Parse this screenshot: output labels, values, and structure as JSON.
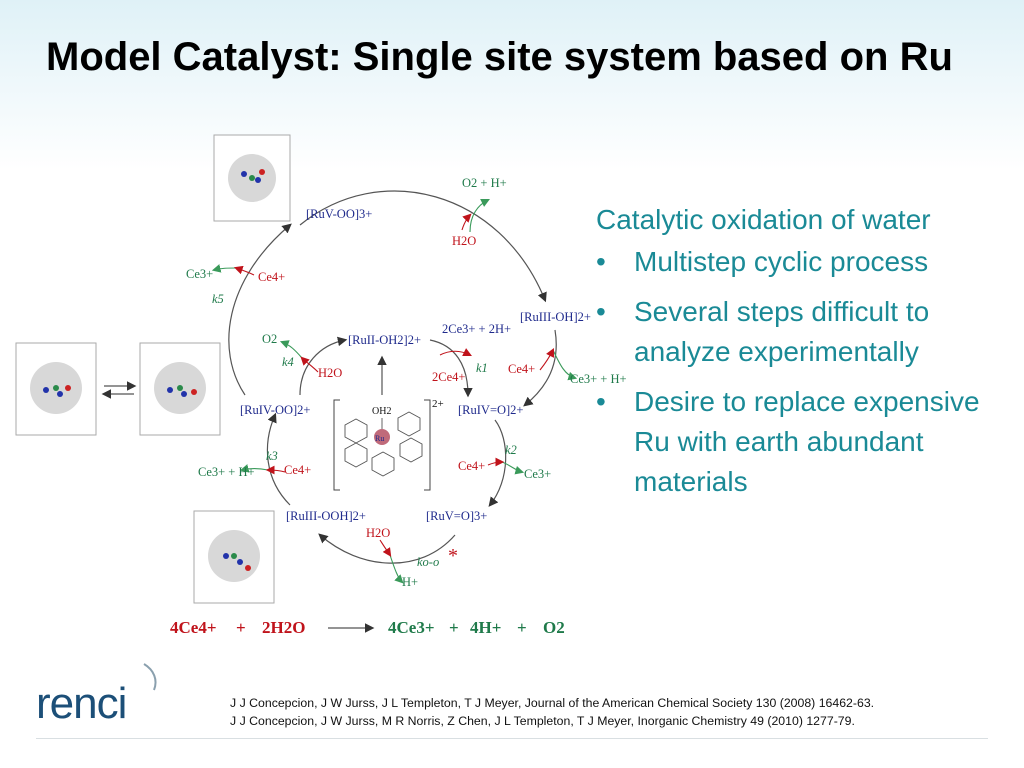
{
  "title": "Model Catalyst: Single site system based on Ru",
  "bullets": {
    "lead": "Catalytic oxidation of water",
    "items": [
      "Multistep cyclic process",
      "Several steps difficult to analyze experimentally",
      "Desire to replace expensive Ru with earth abundant materials"
    ]
  },
  "diagram": {
    "species": {
      "ru5_oo": "[RuV-OO]3+",
      "ru3_oh": "[RuIII-OH]2+",
      "ru4_o": "[RuIV=O]2+",
      "ru5_o": "[RuV=O]3+",
      "ru3_ooh": "[RuIII-OOH]2+",
      "ru4_oo": "[RuIV-OO]2+",
      "ru2_oh2": "[RuII-OH2]2+"
    },
    "reagents": {
      "o2_h": "O2 + H+",
      "h2o_top": "H2O",
      "ce3_2h": "2Ce3+ + 2H+",
      "ce4_2": "2Ce4+",
      "ce3_h_right": "Ce3+ + H+",
      "ce4_right": "Ce4+",
      "ce4_k2": "Ce4+",
      "ce3_k2": "Ce3+",
      "h2o_oo": "H2O",
      "h_bottom": "H+",
      "ce3_h_left": "Ce3+ + H+",
      "ce4_k3": "Ce4+",
      "o2_k4": "O2",
      "h2o_k4": "H2O",
      "ce3_k5": "Ce3+",
      "ce4_k5": "Ce4+",
      "charge": "2+",
      "oh2": "OH2",
      "ru": "Ru"
    },
    "rate_constants": [
      "k1",
      "k2",
      "k3",
      "k4",
      "k5",
      "ko-o"
    ],
    "star": "*",
    "equation": {
      "lhs1": "4Ce4+",
      "plus1": "+",
      "lhs2": "2H2O",
      "rhs1": "4Ce3+",
      "plus2": "+",
      "rhs2": "4H+",
      "plus3": "+",
      "rhs3": "O2"
    }
  },
  "logo": {
    "text": "renci"
  },
  "references": [
    "J J Concepcion, J W Jurss, J L Templeton, T J Meyer, Journal of the American Chemical Society 130 (2008) 16462-63.",
    "J J Concepcion, J W Jurss, M R Norris, Z Chen, J L Templeton, T J Meyer, Inorganic Chemistry 49 (2010) 1277-79."
  ],
  "colors": {
    "accent_teal": "#1a8a96",
    "reaction_red": "#c0131b",
    "species_blue": "#1f2a8c",
    "arrow_green": "#3a9a5a",
    "logo_blue": "#1c4f78"
  }
}
